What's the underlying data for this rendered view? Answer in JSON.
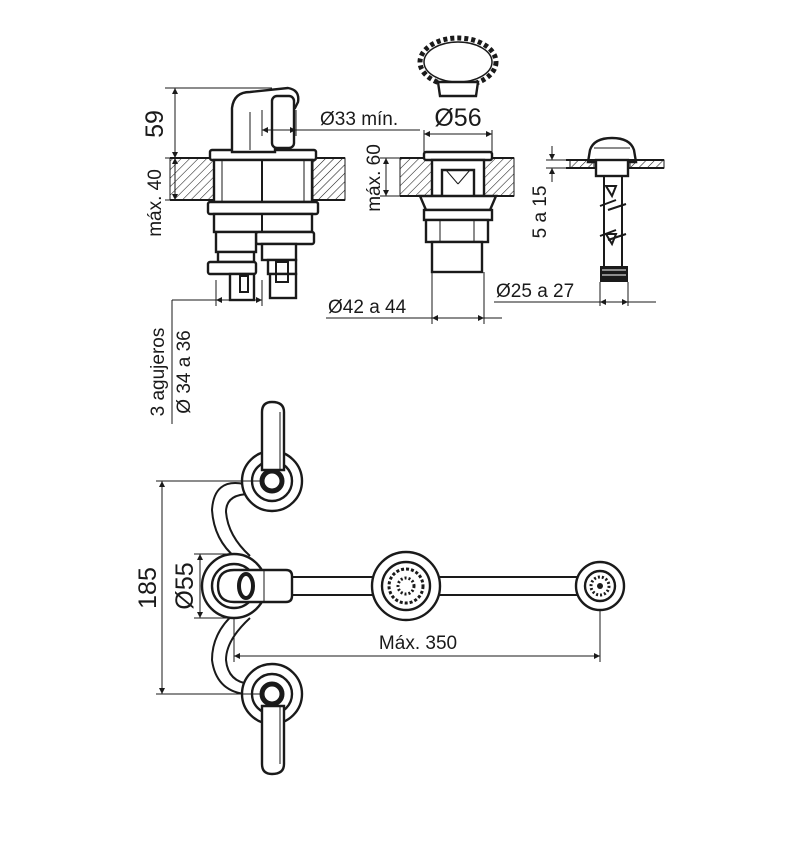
{
  "labels": {
    "spout_height": "59",
    "max_thickness": "máx. 40",
    "min_hole": "Ø33 mín.",
    "max_thickness_drain": "máx. 60",
    "drain_dia": "Ø56",
    "drain_hole": "Ø42 a 44",
    "pipe_range": "5 a 15",
    "pipe_dia": "Ø25 a 27",
    "holes_line1": "3 agujeros",
    "holes_line2": "Ø 34 a 36",
    "width_185": "185",
    "flange_dia": "Ø55",
    "max_length": "Máx. 350"
  }
}
